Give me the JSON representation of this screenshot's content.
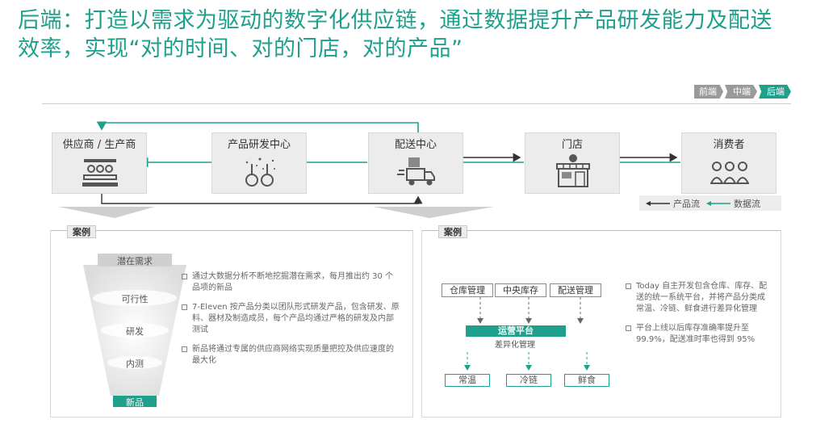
{
  "title": {
    "line1": "后端：打造以需求为驱动的数字化供应链，通过数据提升产品研发能力及配送",
    "line2": "效率，实现“对的时间、对的门店，对的产品”"
  },
  "breadcrumb": [
    "前端",
    "中端",
    "后端"
  ],
  "flow": {
    "nodes": [
      {
        "label": "供应商 / 生产商",
        "icon": "factory-icon"
      },
      {
        "label": "产品研发中心",
        "icon": "lab-flask-icon"
      },
      {
        "label": "配送中心",
        "icon": "delivery-truck-icon"
      },
      {
        "label": "门店",
        "icon": "storefront-icon"
      },
      {
        "label": "消费者",
        "icon": "consumers-icon"
      }
    ],
    "legend": {
      "product_flow": "产品流",
      "data_flow": "数据流"
    }
  },
  "colors": {
    "accent": "#1ea08c",
    "gray": "#9a9a9a",
    "panel": "#ececec"
  },
  "case_left": {
    "tag": "案例",
    "funnel": [
      "潜在需求",
      "可行性",
      "研发",
      "内测",
      "新品"
    ],
    "bullets": [
      "通过大数据分析不断地挖掘潜在需求，每月推出约 30 个品项的新品",
      "7-Eleven 按产品分类以团队形式研发产品，包含研发、原料、器材及制造成员，每个产品均通过严格的研发及内部测试",
      "新品将通过专属的供应商网络实现质量把控及供应速度的最大化"
    ]
  },
  "case_right": {
    "tag": "案例",
    "sources": [
      "仓库管理",
      "中央库存",
      "配送管理"
    ],
    "platform": "运营平台",
    "diff": "差异化管理",
    "outputs": [
      "常温",
      "冷链",
      "鲜食"
    ],
    "bullets": [
      "Today 自主开发包含仓库、库存、配送的统一系统平台，并将产品分类成常温、冷链、鲜食进行差异化管理",
      "平台上线以后库存准确率提升至 99.9%，配送准时率也得到 95%"
    ]
  }
}
